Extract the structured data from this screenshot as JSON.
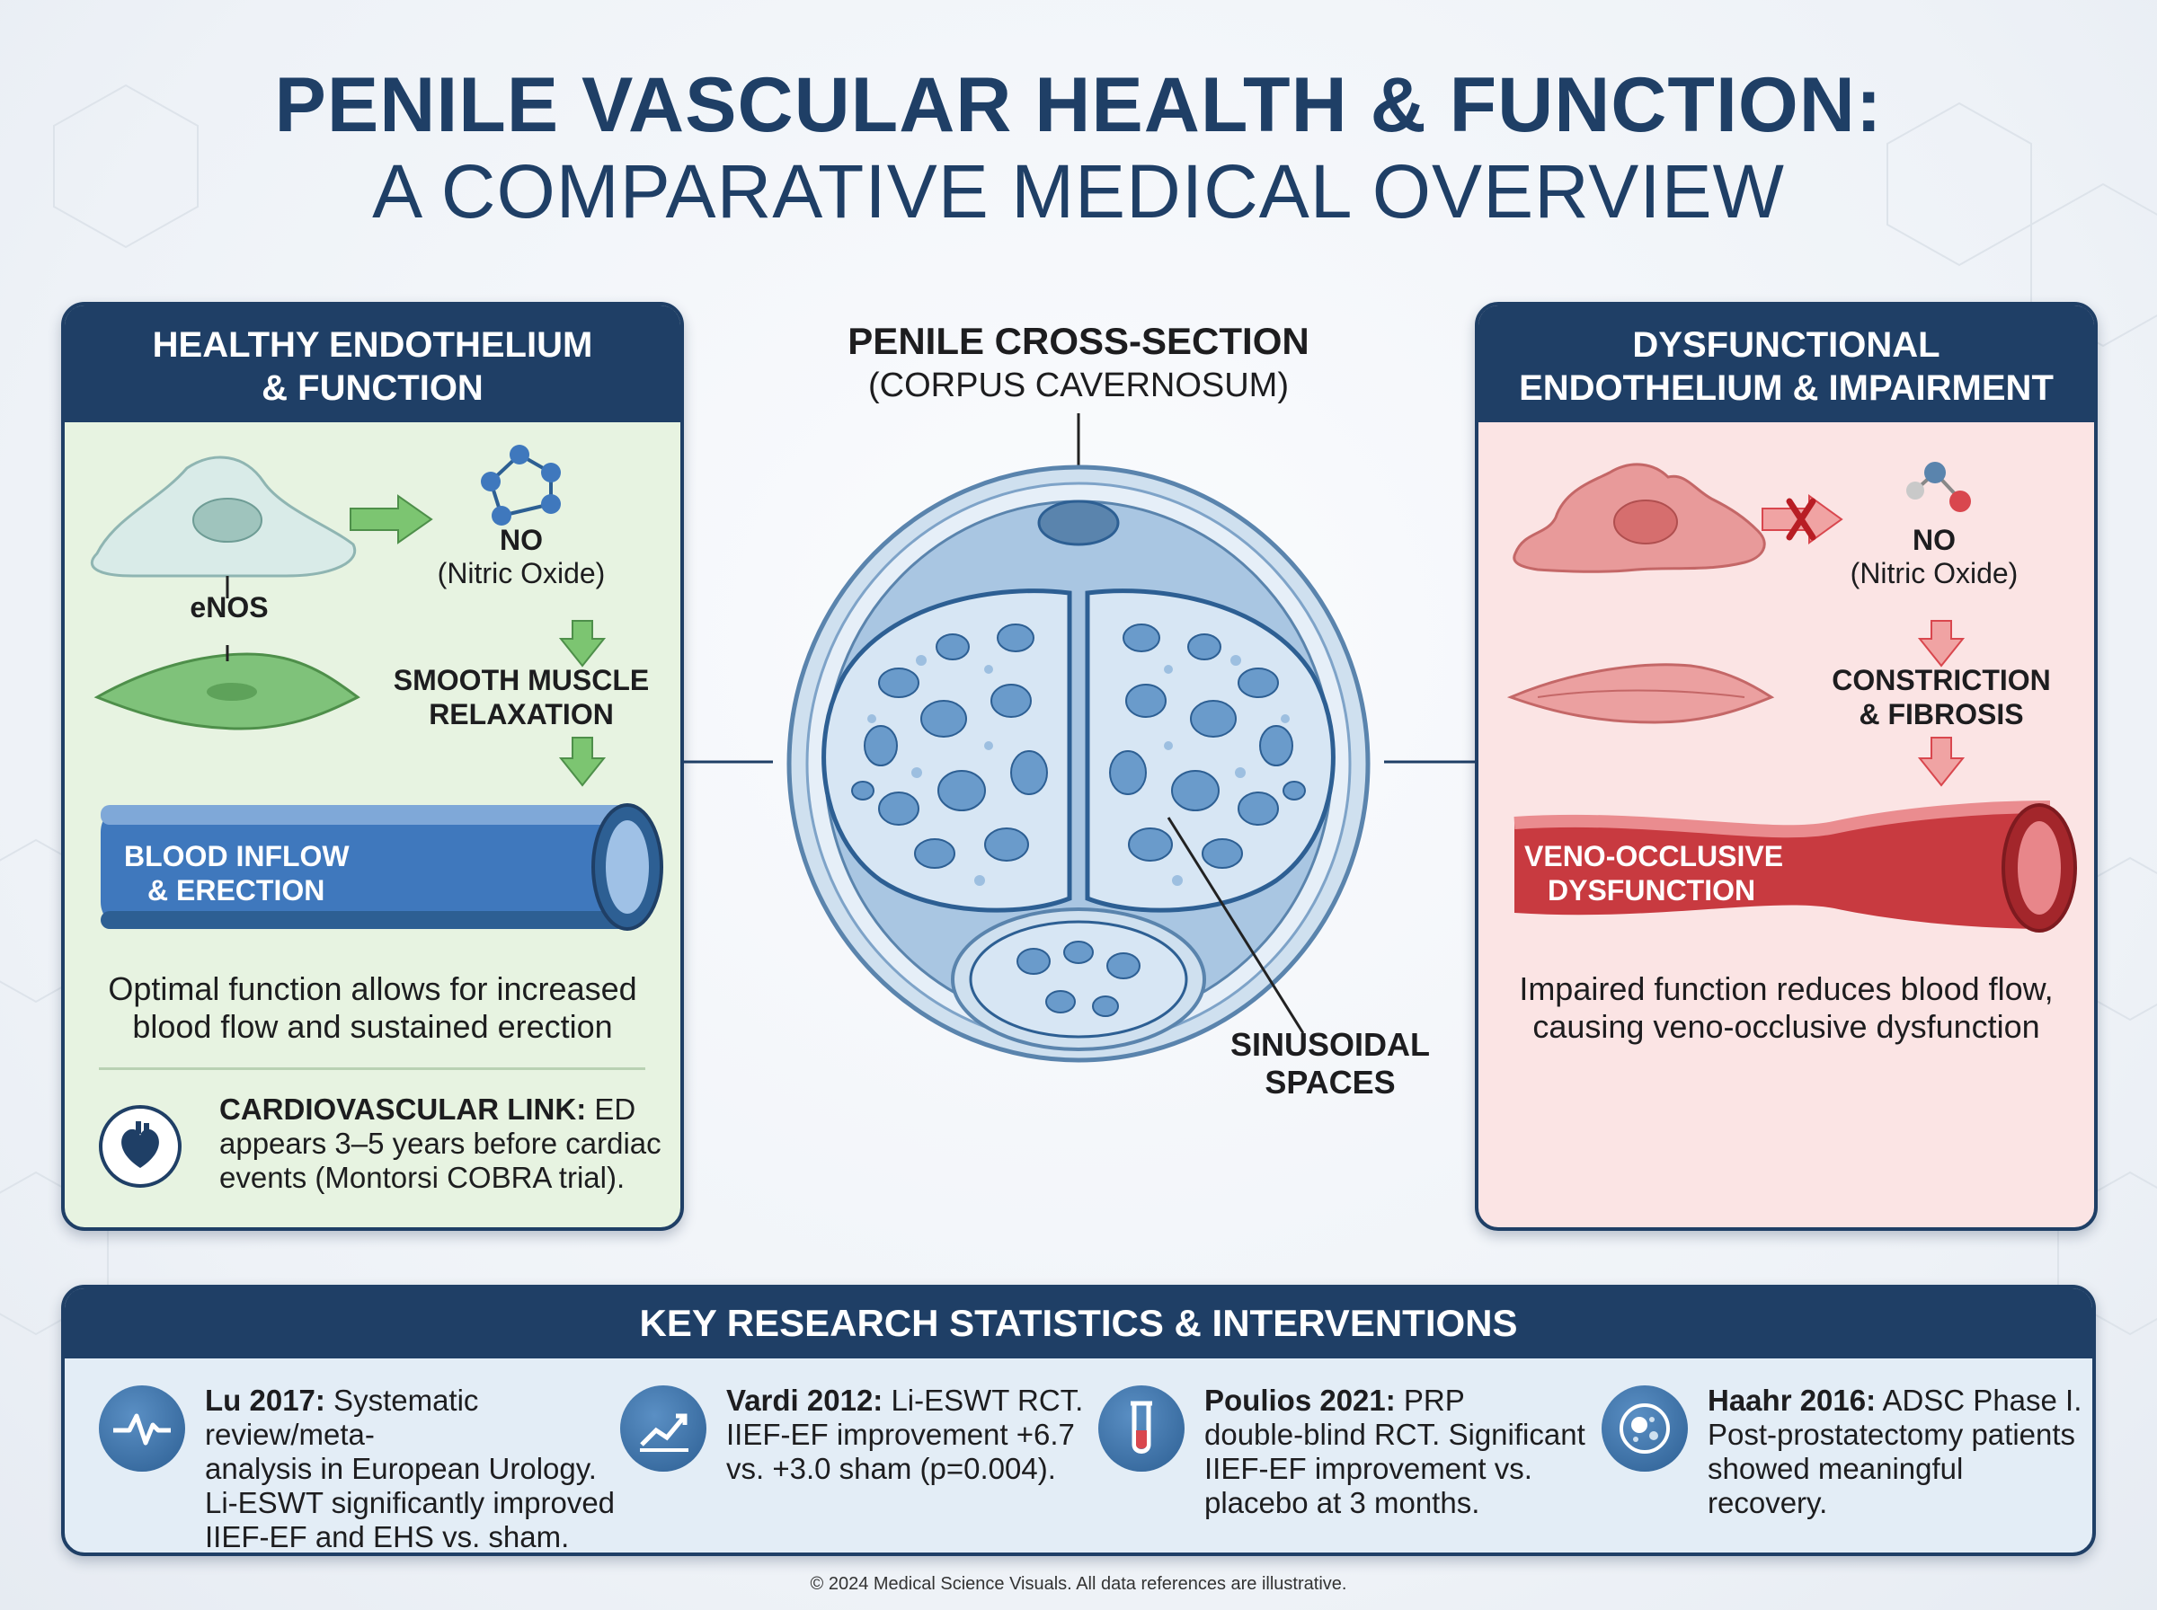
{
  "title": {
    "line1": "PENILE VASCULAR HEALTH & FUNCTION:",
    "line2": "A COMPARATIVE MEDICAL OVERVIEW"
  },
  "left_panel": {
    "header_line1": "HEALTHY ENDOTHELIUM",
    "header_line2": "& FUNCTION",
    "enos_label": "eNOS",
    "no_label": "NO",
    "no_sub": "(Nitric Oxide)",
    "step2_line1": "SMOOTH MUSCLE",
    "step2_line2": "RELAXATION",
    "vessel_line1": "BLOOD INFLOW",
    "vessel_line2": "& ERECTION",
    "desc_line1": "Optimal function allows for increased",
    "desc_line2": "blood flow and sustained erection",
    "cardio_bold": "CARDIOVASCULAR LINK:",
    "cardio_text1": " ED",
    "cardio_text2": "appears 3–5 years before cardiac",
    "cardio_text3": "events (Montorsi COBRA trial).",
    "accent_color": "#4f9a47"
  },
  "center": {
    "title": "PENILE CROSS-SECTION",
    "subtitle": "(CORPUS CAVERNOSUM)",
    "pointer_line1": "SINUSOIDAL",
    "pointer_line2": "SPACES"
  },
  "right_panel": {
    "header_line1": "DYSFUNCTIONAL",
    "header_line2": "ENDOTHELIUM & IMPAIRMENT",
    "no_label": "NO",
    "no_sub": "(Nitric Oxide)",
    "step2_line1": "CONSTRICTION",
    "step2_line2": "& FIBROSIS",
    "vessel_line1": "VENO-OCCLUSIVE",
    "vessel_line2": "DYSFUNCTION",
    "desc_line1": "Impaired function reduces blood flow,",
    "desc_line2": "causing veno-occlusive dysfunction",
    "accent_color": "#d9474e"
  },
  "bottom": {
    "header": "KEY RESEARCH STATISTICS & INTERVENTIONS",
    "stats": [
      {
        "icon": "heartbeat-icon",
        "bold": "Lu 2017:",
        "lines": [
          " Systematic review/meta-",
          "analysis in European Urology.",
          "Li-ESWT significantly improved",
          "IIEF-EF and EHS vs. sham."
        ]
      },
      {
        "icon": "trend-chart-icon",
        "bold": "Vardi 2012:",
        "lines": [
          " Li-ESWT RCT.",
          "IIEF-EF improvement +6.7",
          "vs. +3.0 sham (p=0.004).",
          ""
        ]
      },
      {
        "icon": "test-tube-icon",
        "bold": "Poulios 2021:",
        "lines": [
          " PRP",
          "double-blind RCT. Significant",
          "IIEF-EF improvement vs.",
          "placebo at 3 months."
        ]
      },
      {
        "icon": "stem-cell-icon",
        "bold": "Haahr 2016:",
        "lines": [
          " ADSC Phase I.",
          "Post-prostatectomy patients",
          "showed meaningful recovery.",
          ""
        ]
      }
    ]
  },
  "footer": "© 2024 Medical Science Visuals. All data references are illustrative.",
  "colors": {
    "navy": "#1f3f66",
    "green_bg": "#e7f3e1",
    "red_bg": "#fbe4e4",
    "blue_vessel": "#3f78bd",
    "red_vessel": "#c83a40"
  }
}
